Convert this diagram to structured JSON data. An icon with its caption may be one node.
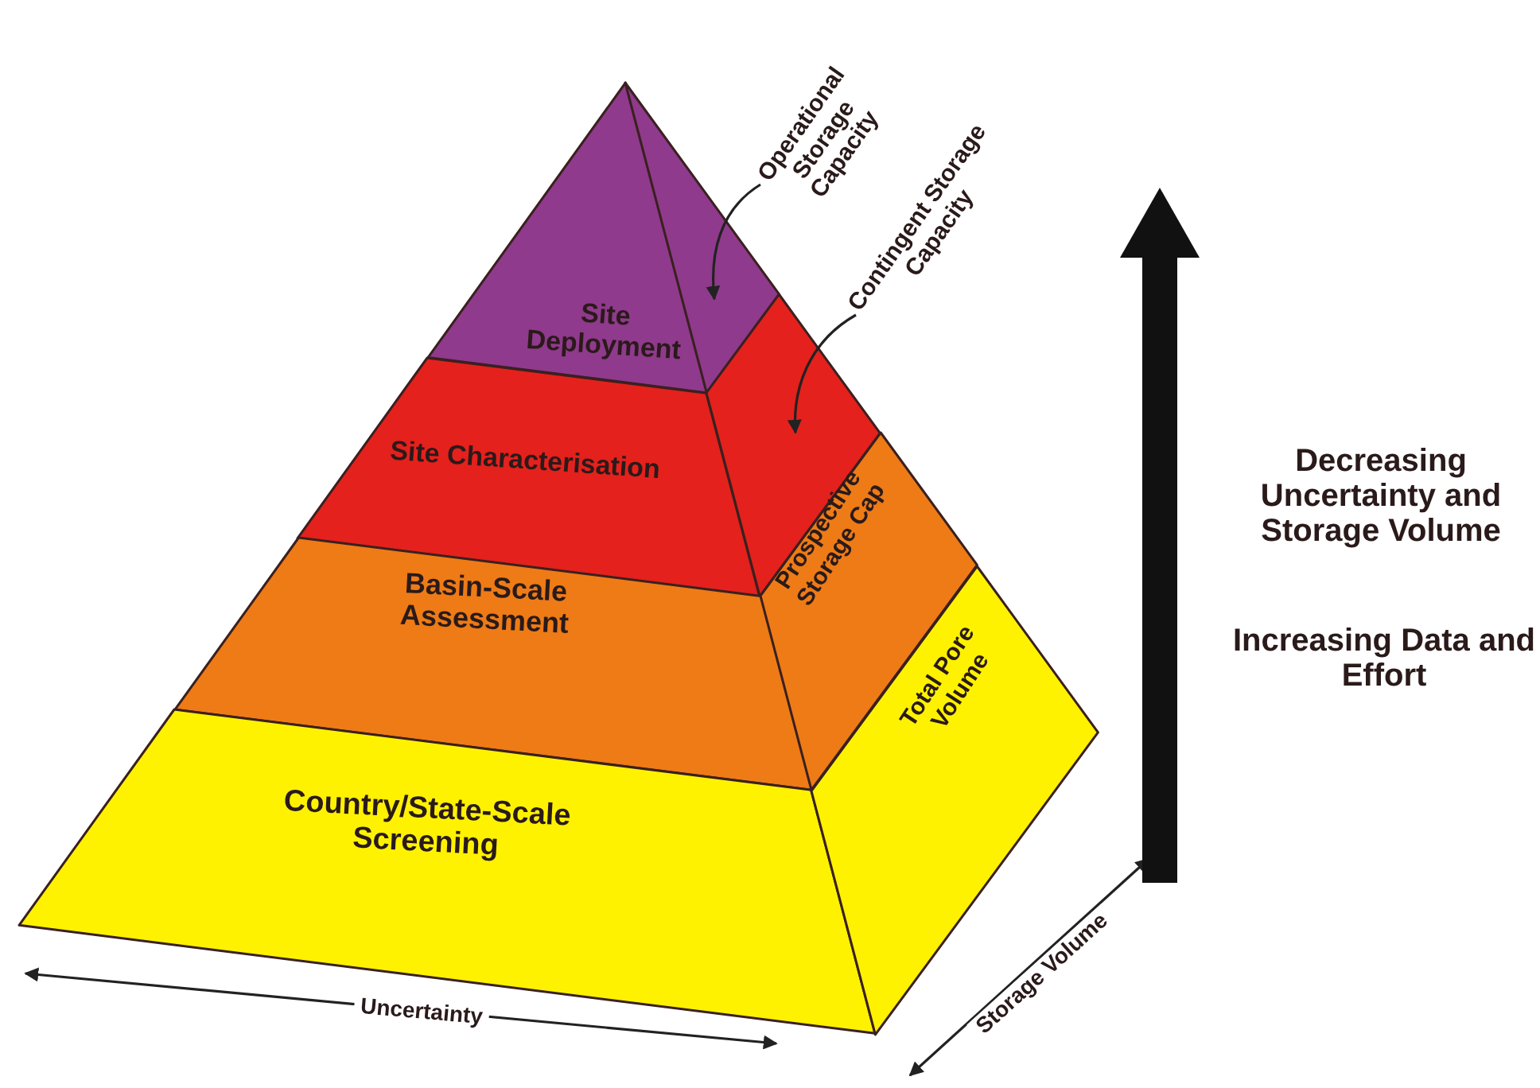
{
  "diagram": {
    "nodes": [
      {
        "text": [
          "Site Deployment"
        ]
      },
      {
        "text": [],
        "shape": "triangle"
      },
      {
        "text": [
          "Site Characterisation"
        ]
      },
      {
        "text": [],
        "shape": "box"
      },
      {
        "text": [
          "Basin-Scale Assessment"
        ]
      },
      {
        "text": [
          "Prospective Storage Cap"
        ]
      },
      {
        "text": [
          "Country/State-Scale Screening"
        ]
      },
      {
        "text": [
          "Total Pore Volume"
        ]
      },
      {
        "text": [
          "Operational Storage Capacity"
        ]
      },
      {
        "text": [
          "Contingent Storage Capacity"
        ]
      }
    ],
    "edges": [
      {
        "from": 8,
        "to": 1,
        "arrow": "to"
      },
      {
        "from": 9,
        "to": 3,
        "arrow": "to"
      }
    ],
    "labels": [
      "Uncertainty",
      "Storage Volume",
      "Decreasing Uncertainty and Storage Volume",
      "Increasing Data and Effort"
    ]
  }
}
